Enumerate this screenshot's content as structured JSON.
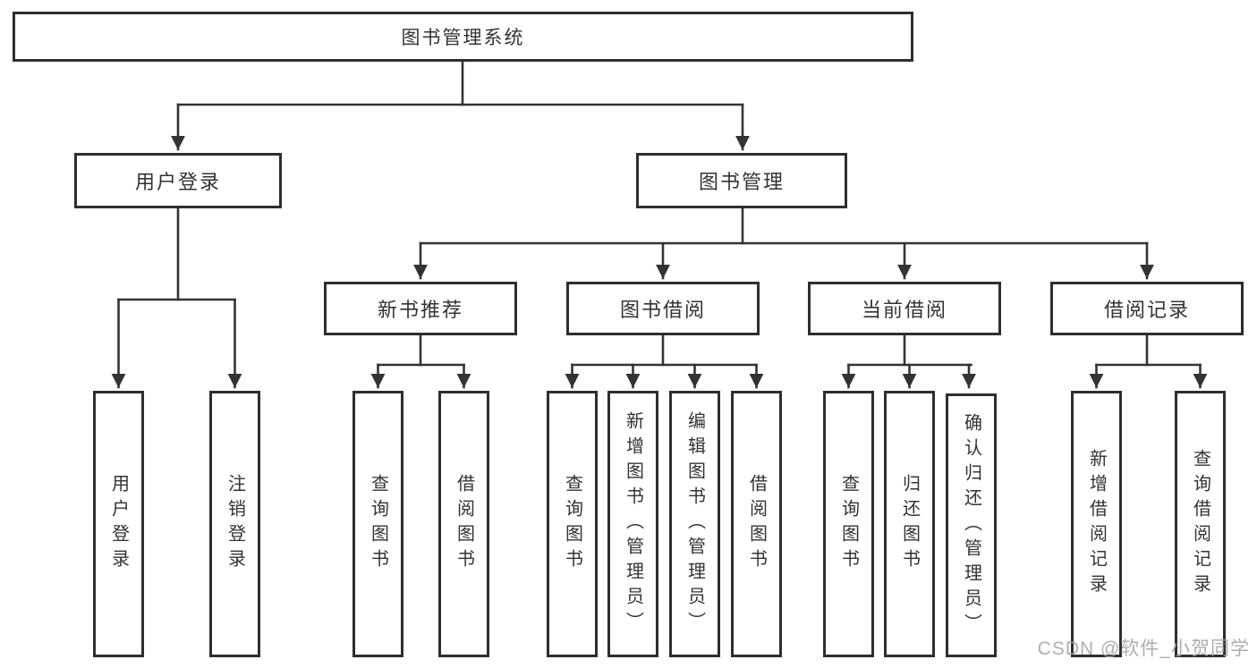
{
  "tree": {
    "label": "图书管理系统",
    "children": [
      {
        "label": "用户登录",
        "children": [
          {
            "label": "用户登录"
          },
          {
            "label": "注销登录"
          }
        ]
      },
      {
        "label": "图书管理",
        "children": [
          {
            "label": "新书推荐",
            "children": [
              {
                "label": "查询图书"
              },
              {
                "label": "借阅图书"
              }
            ]
          },
          {
            "label": "图书借阅",
            "children": [
              {
                "label": "查询图书"
              },
              {
                "label": "新增图书（管理员）"
              },
              {
                "label": "编辑图书（管理员）"
              },
              {
                "label": "借阅图书"
              }
            ]
          },
          {
            "label": "当前借阅",
            "children": [
              {
                "label": "查询图书"
              },
              {
                "label": "归还图书"
              },
              {
                "label": "确认归还（管理员）"
              }
            ]
          },
          {
            "label": "借阅记录",
            "children": [
              {
                "label": "新增借阅记录"
              },
              {
                "label": "查询借阅记录"
              }
            ]
          }
        ]
      }
    ]
  },
  "watermark": {
    "text": "CSDN @软件_小贺同学"
  },
  "colors": {
    "line": "#333333",
    "box_border": "#2e2e2e",
    "text": "#333333",
    "watermark": "#a6a6a6",
    "background": "#ffffff"
  }
}
